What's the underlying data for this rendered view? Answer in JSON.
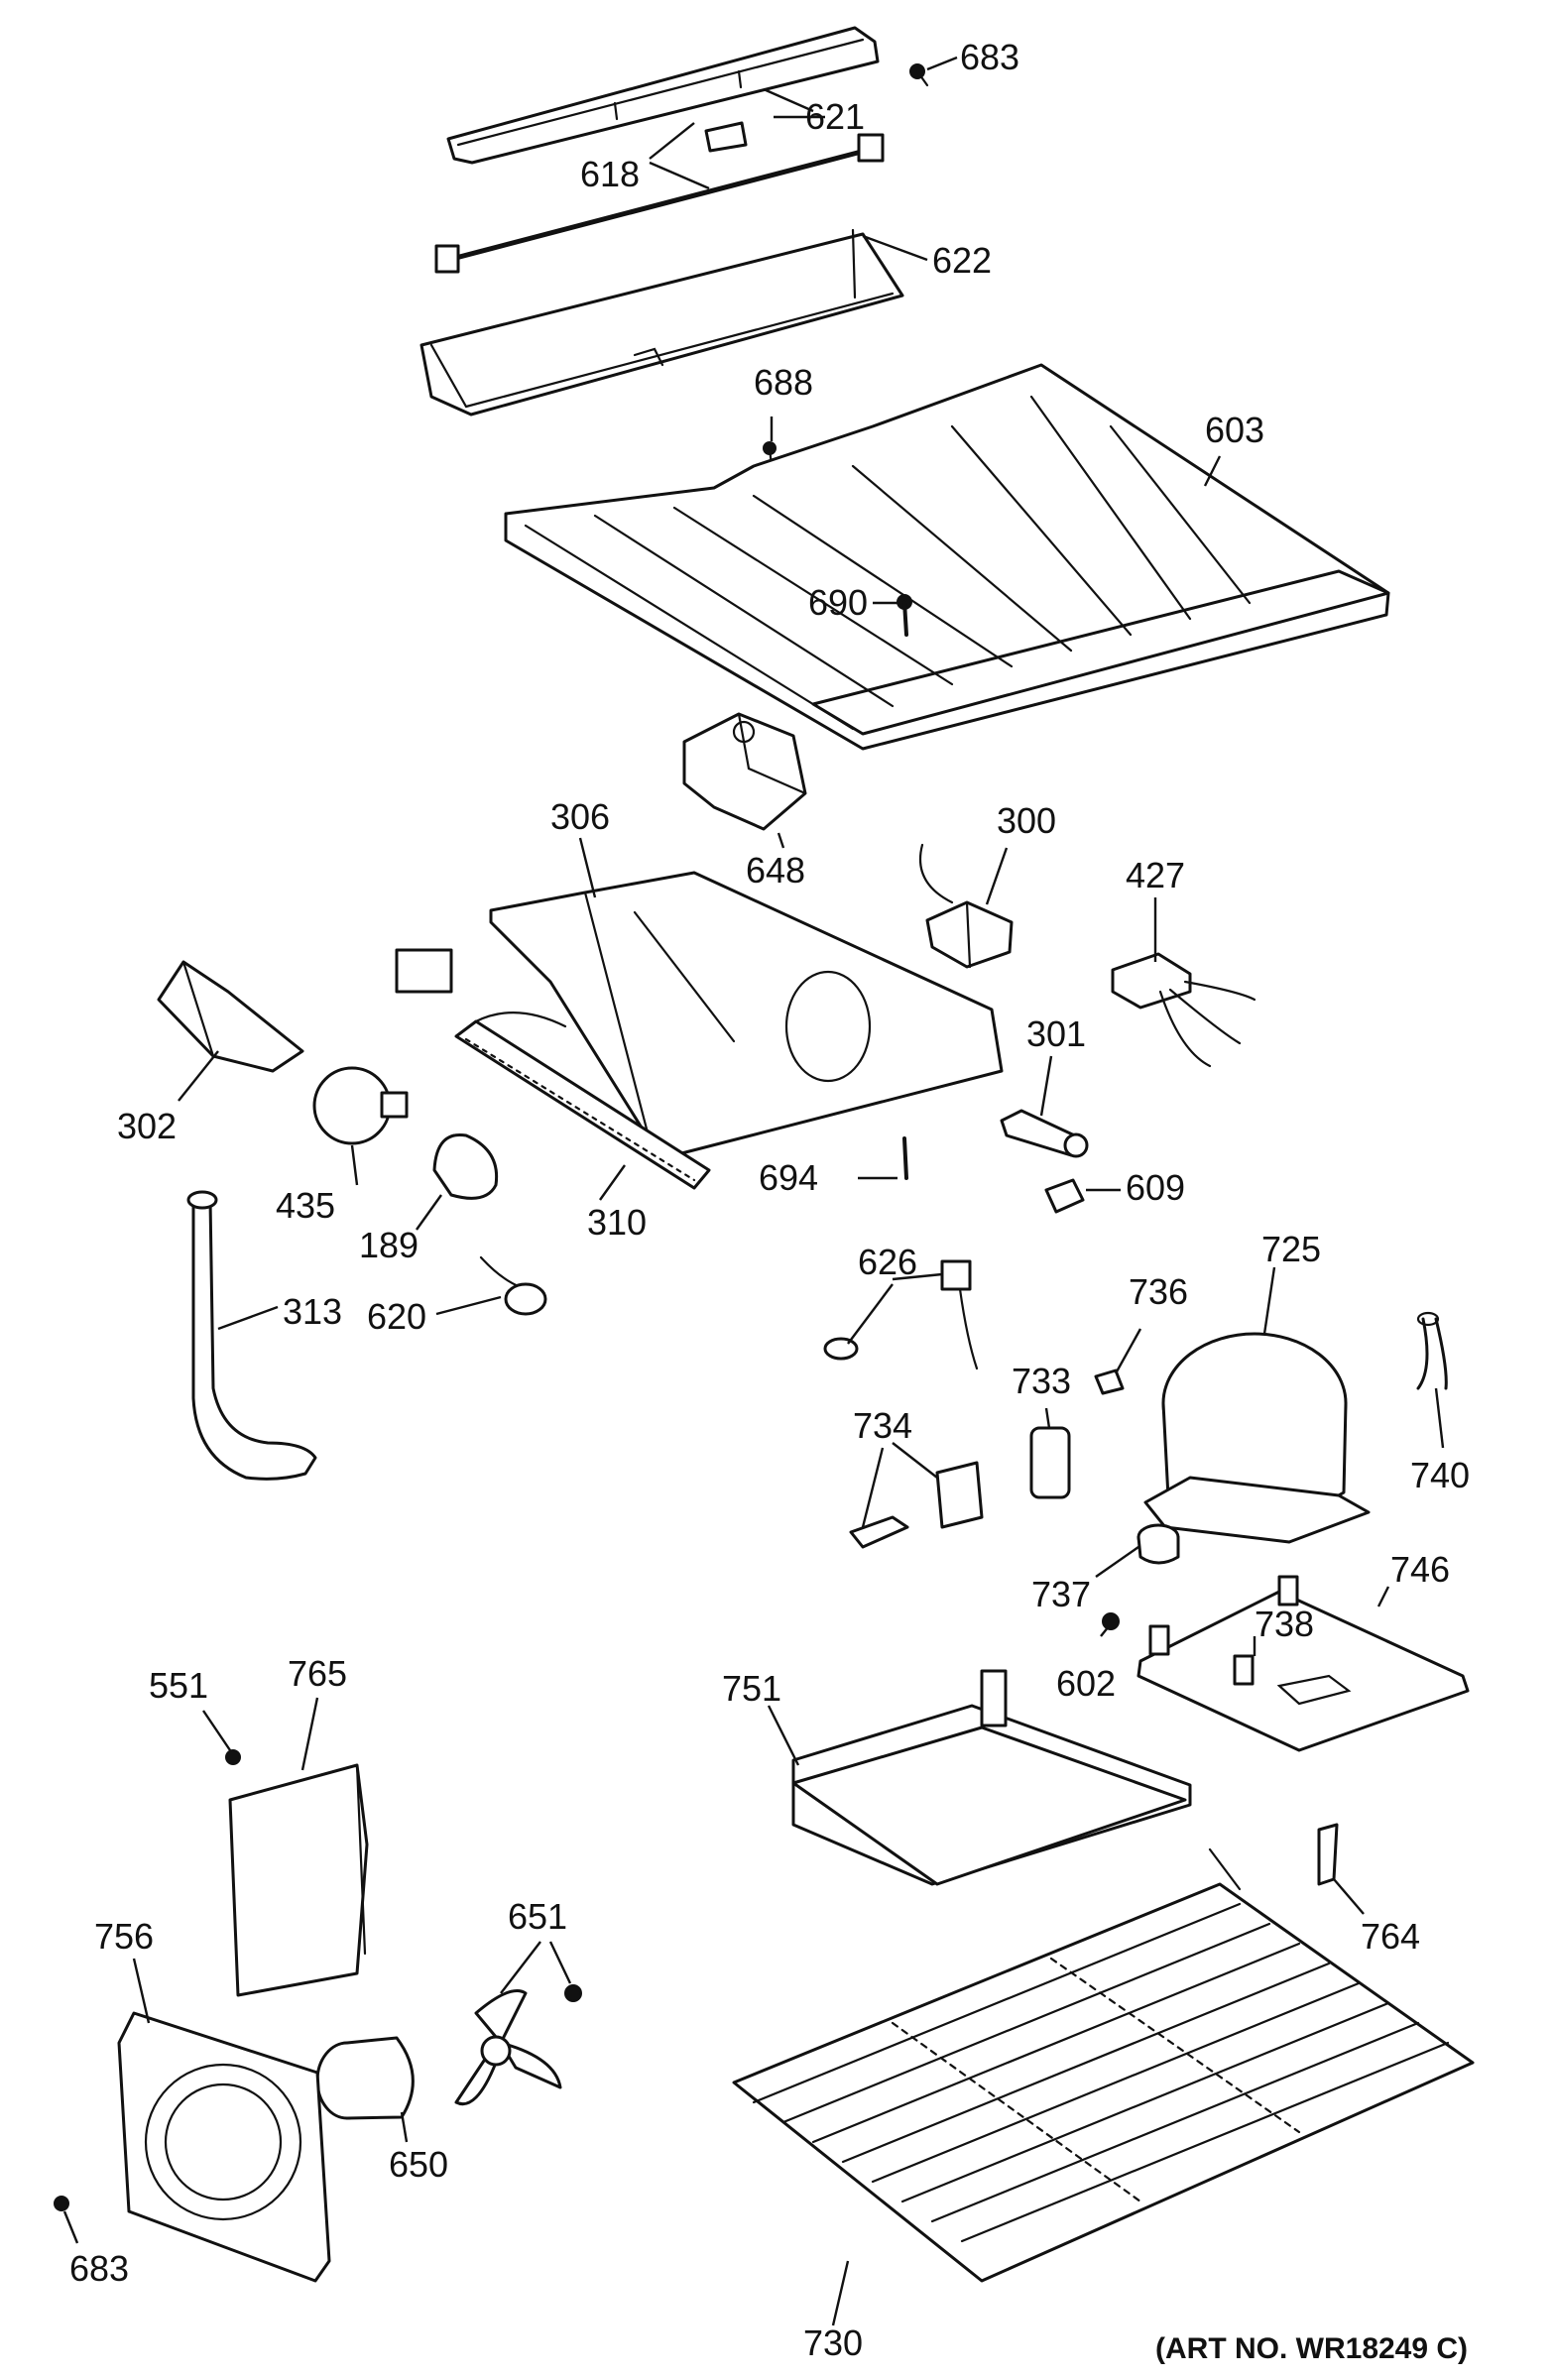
{
  "labels": {
    "l683a": "683",
    "l621": "621",
    "l618": "618",
    "l622": "622",
    "l688": "688",
    "l603": "603",
    "l690": "690",
    "l306": "306",
    "l648": "648",
    "l300": "300",
    "l427": "427",
    "l302": "302",
    "l301": "301",
    "l435": "435",
    "l694": "694",
    "l609": "609",
    "l189": "189",
    "l310": "310",
    "l313": "313",
    "l620": "620",
    "l626": "626",
    "l725": "725",
    "l736": "736",
    "l733": "733",
    "l734": "734",
    "l740": "740",
    "l737": "737",
    "l746": "746",
    "l738": "738",
    "l602": "602",
    "l551": "551",
    "l765": "765",
    "l751": "751",
    "l756": "756",
    "l651": "651",
    "l764": "764",
    "l650": "650",
    "l683b": "683",
    "l730": "730"
  },
  "art_number": "(ART NO. WR18249 C)"
}
